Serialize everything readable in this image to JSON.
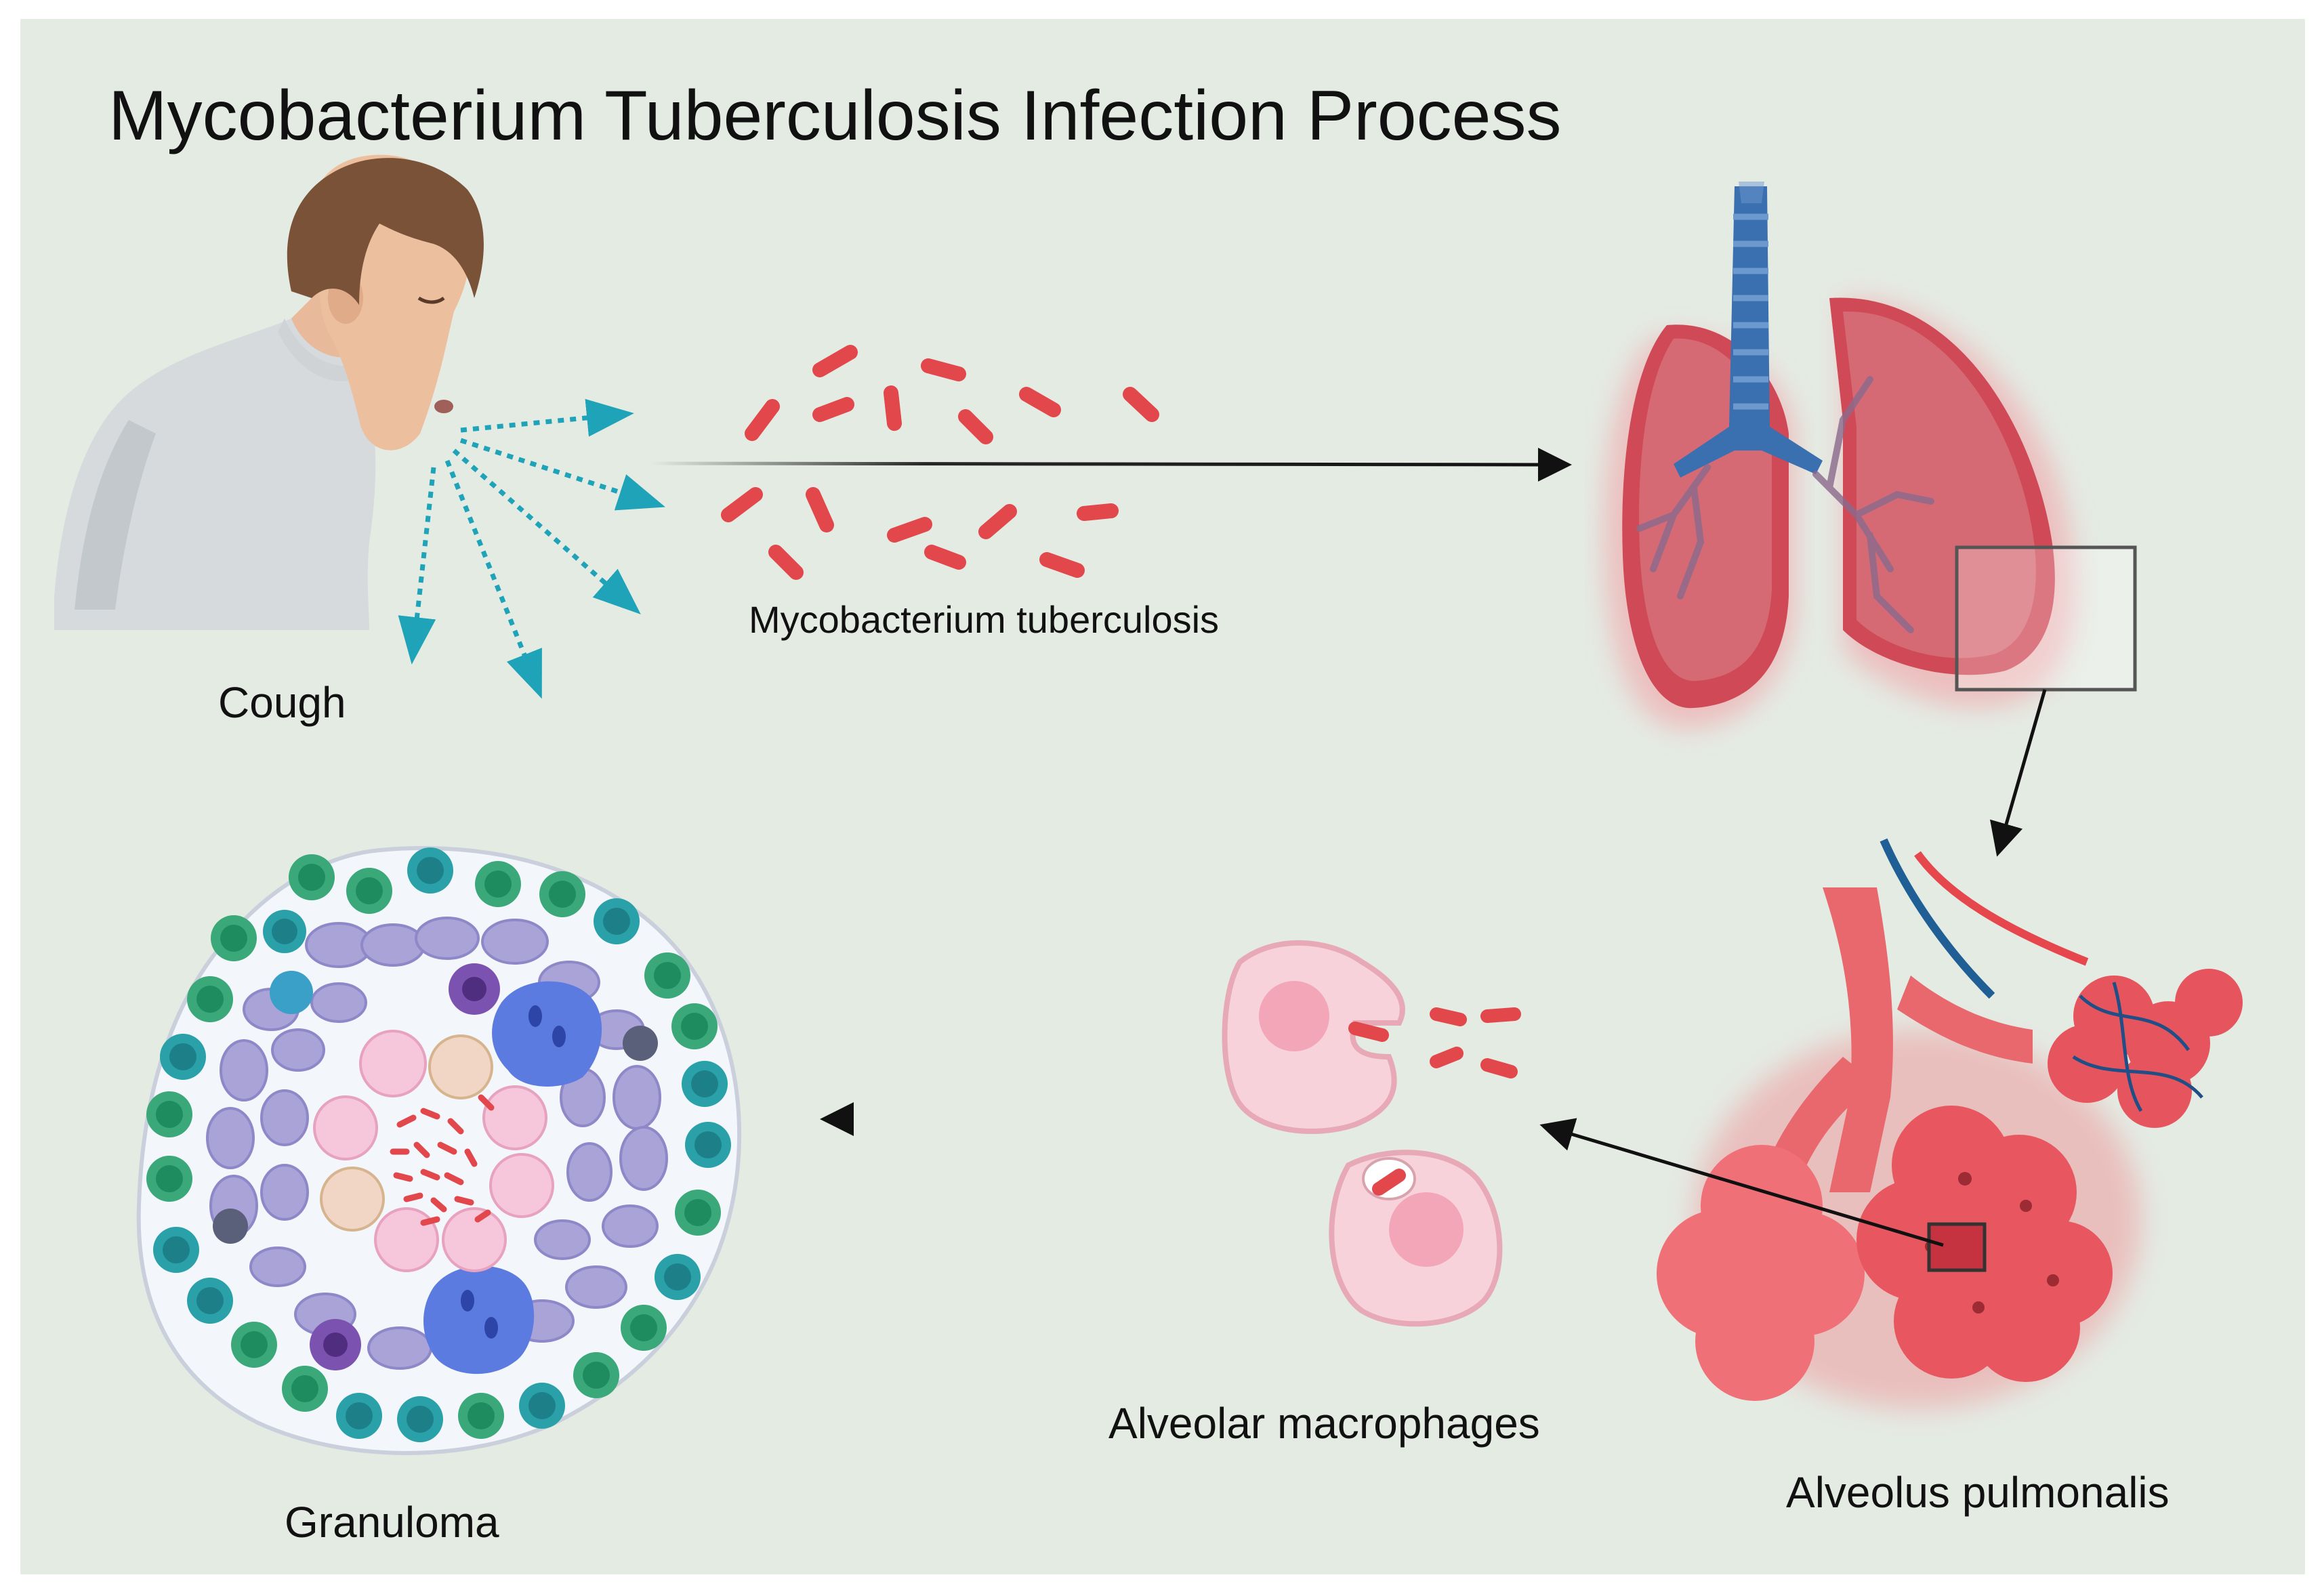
{
  "title": "Mycobacterium Tuberculosis Infection Process",
  "labels": {
    "cough": "Cough",
    "bacteria": "Mycobacterium tuberculosis",
    "alveolar_macrophages": "Alveolar macrophages",
    "alveolus_pulmonalis": "Alveolus pulmonalis",
    "granuloma": "Granuloma"
  },
  "colors": {
    "background": "#e4ebe3",
    "bacterium": "#e2474b",
    "droplet": "#1fa3b8",
    "lung": "#d4505a",
    "bronchus": "#3a6fb0",
    "macrophage": "#f6cfd8",
    "arrow": "#111111"
  },
  "icons": {
    "person": "coughing-person-icon",
    "lungs": "lungs-icon",
    "alveoli": "alveoli-icon",
    "macrophage": "macrophage-icon",
    "granuloma": "granuloma-icon"
  }
}
